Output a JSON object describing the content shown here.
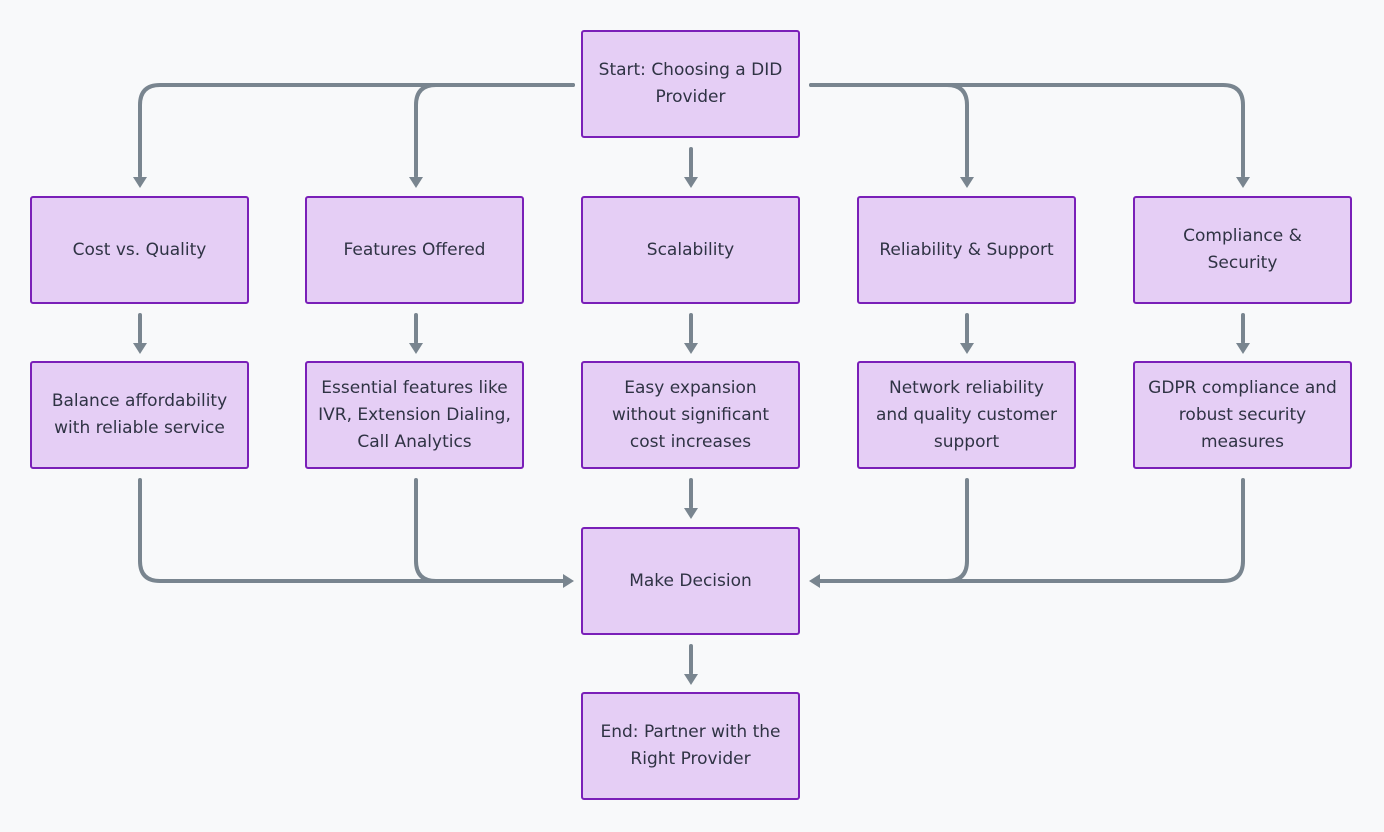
{
  "colors": {
    "background": "#f8f9fa",
    "node_fill": "#e5cef5",
    "node_border": "#7a1fb8",
    "edge": "#79858f",
    "text": "#2f3344"
  },
  "nodes": {
    "start": "Start: Choosing a DID Provider",
    "cost": "Cost vs. Quality",
    "features": "Features Offered",
    "scalability": "Scalability",
    "reliability": "Reliability & Support",
    "compliance": "Compliance & Security",
    "cost_detail": "Balance affordability with reliable service",
    "features_detail": "Essential features like IVR, Extension Dialing, Call Analytics",
    "scalability_detail": "Easy expansion without significant cost increases",
    "reliability_detail": "Network reliability and quality customer support",
    "compliance_detail": "GDPR compliance and robust security measures",
    "decision": "Make Decision",
    "end": "End: Partner with the Right Provider"
  }
}
